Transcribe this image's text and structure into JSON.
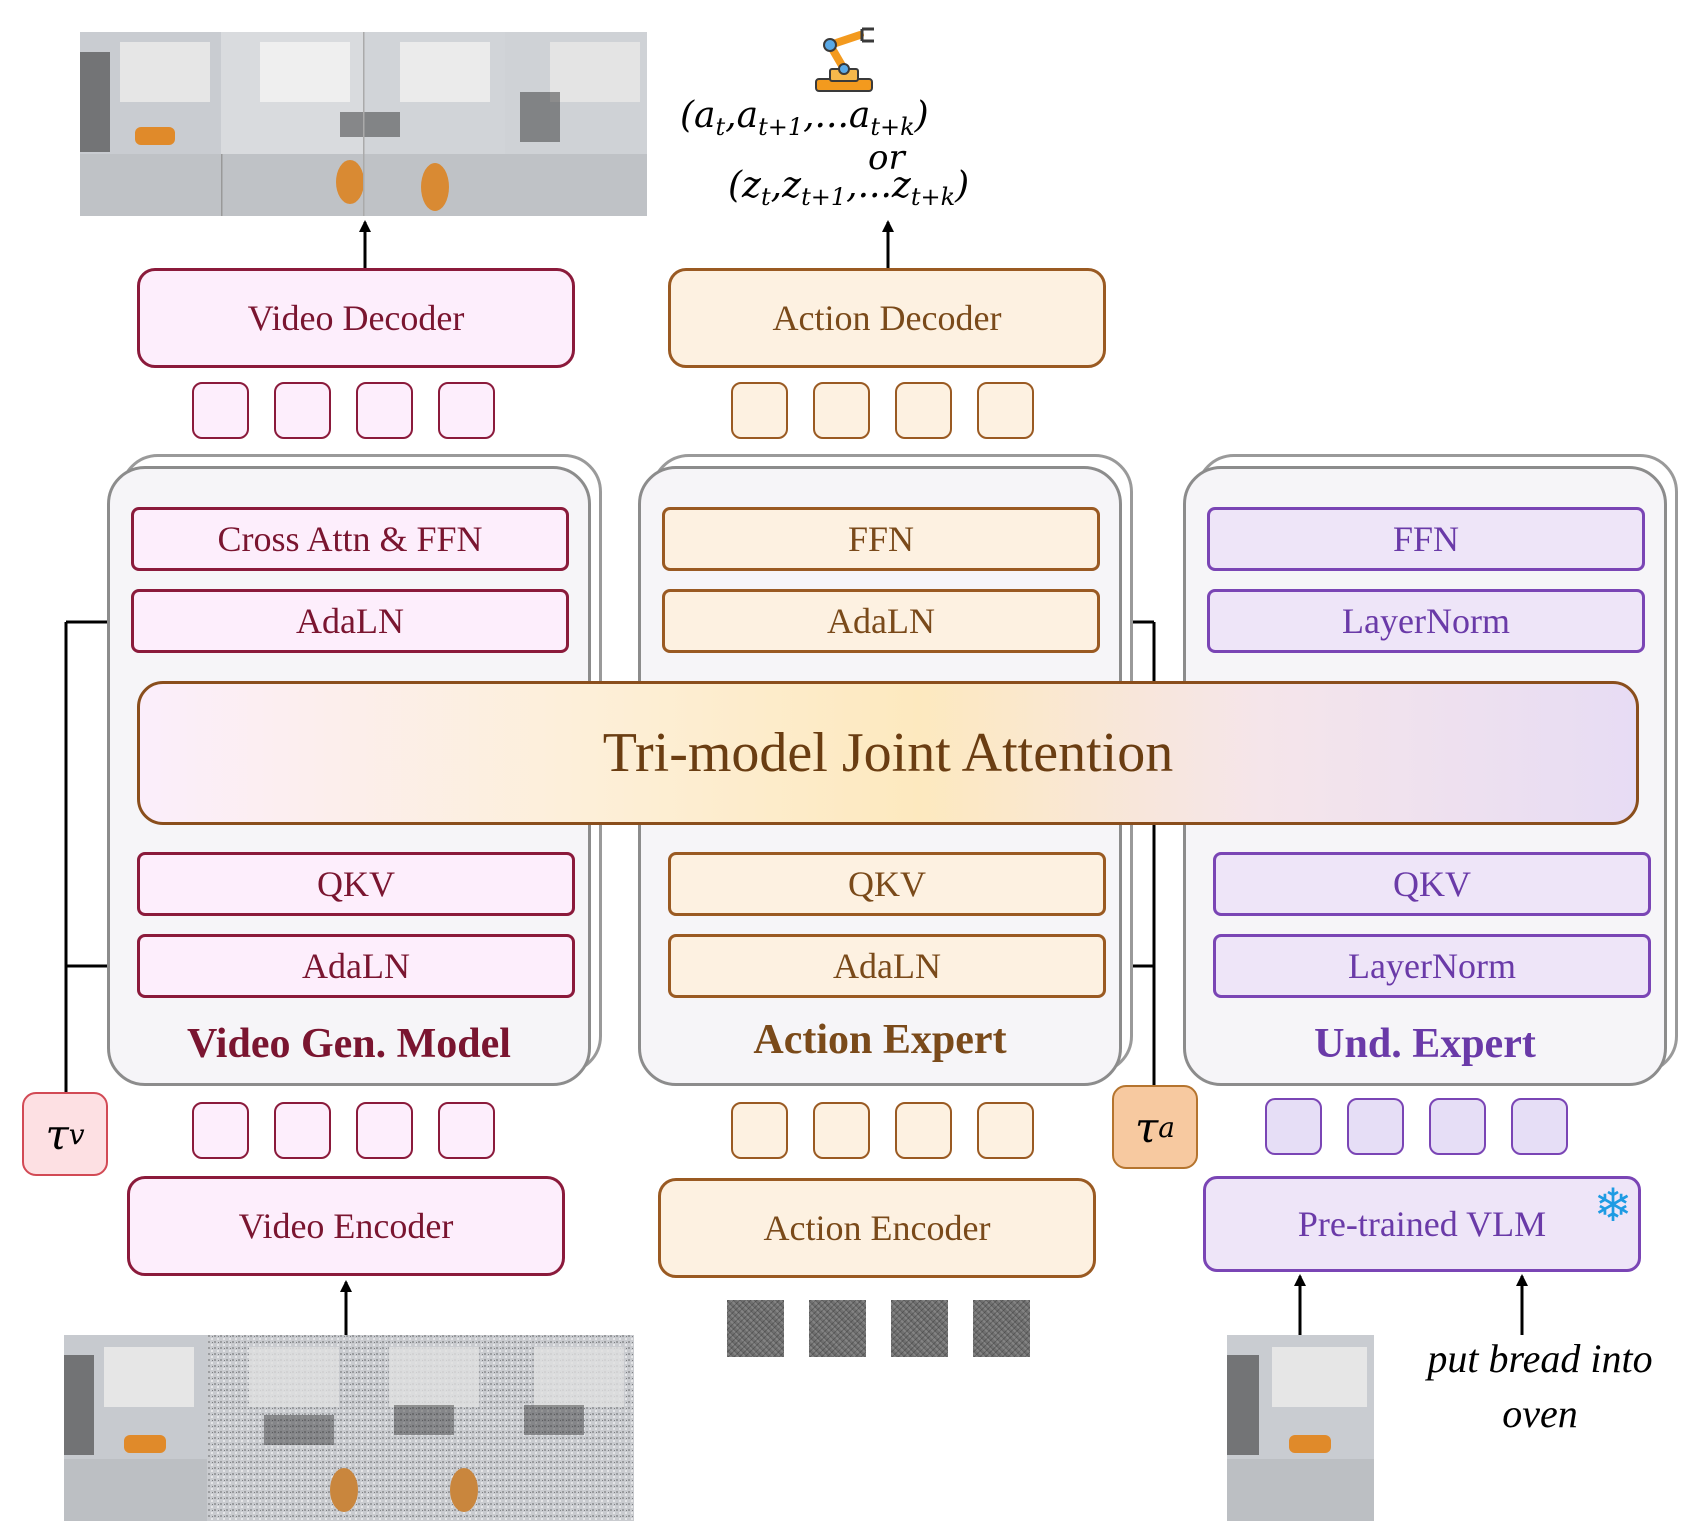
{
  "columns": {
    "video": {
      "decoder": "Video Decoder",
      "cross_attn": "Cross Attn & FFN",
      "adaln_top": "AdaLN",
      "qkv": "QKV",
      "adaln_bottom": "AdaLN",
      "title": "Video Gen. Model",
      "encoder": "Video Encoder",
      "tau": "τ",
      "tau_sub": "v"
    },
    "action": {
      "decoder": "Action Decoder",
      "ffn": "FFN",
      "adaln_top": "AdaLN",
      "qkv": "QKV",
      "adaln_bottom": "AdaLN",
      "title": "Action Expert",
      "encoder": "Action Encoder",
      "tau": "τ",
      "tau_sub": "a"
    },
    "und": {
      "ffn": "FFN",
      "layernorm_top": "LayerNorm",
      "qkv": "QKV",
      "layernorm_bottom": "LayerNorm",
      "title": "Und. Expert",
      "vlm": "Pre-trained VLM",
      "snowflake": "❄"
    }
  },
  "joint_attention": "Tri-model Joint Attention",
  "output": {
    "robot_icon": "robot-arm-icon",
    "line1": "(a",
    "line1_sub1": "t",
    "line1_b": ",a",
    "line1_sub2": "t+1",
    "line1_c": ",...a",
    "line1_sub3": "t+k",
    "line1_d": ")",
    "or": "or",
    "line2": "(z",
    "line2_sub1": "t",
    "line2_b": ",z",
    "line2_sub2": "t+1",
    "line2_c": ",...z",
    "line2_sub3": "t+k",
    "line2_d": ")"
  },
  "instruction": {
    "line1": "put bread into",
    "line2": "oven"
  },
  "colors": {
    "video": "#8b1a3b",
    "action": "#9a5a22",
    "und": "#7a45b5"
  }
}
